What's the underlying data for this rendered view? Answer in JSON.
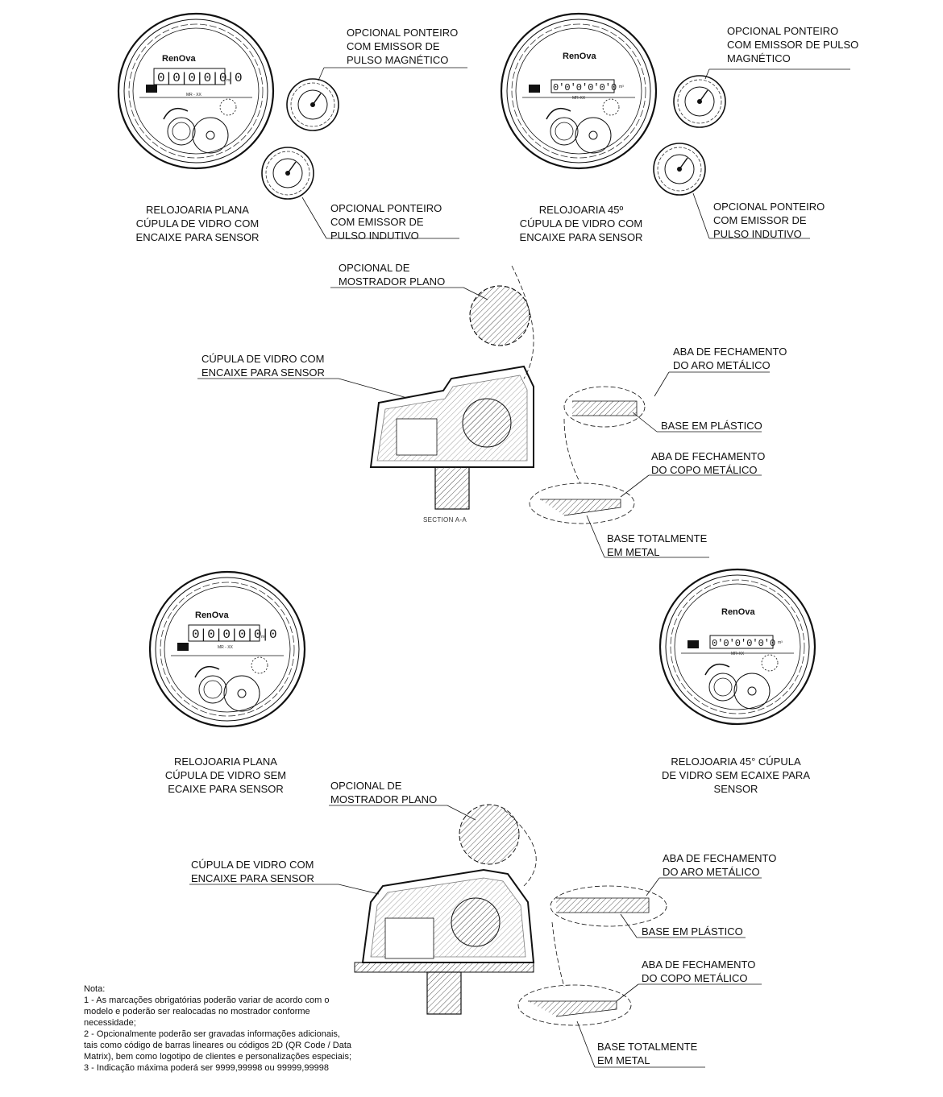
{
  "labels": {
    "a_ptr_mag": "OPCIONAL PONTEIRO\nCOM EMISSOR DE\nPULSO MAGNÉTICO",
    "a_ptr_ind": "OPCIONAL PONTEIRO\nCOM EMISSOR DE\nPULSO INDUTIVO",
    "a_title": "RELOJOARIA  PLANA\nCÚPULA  DE VIDRO COM\nENCAIXE PARA SENSOR",
    "b_ptr_mag": "OPCIONAL PONTEIRO\nCOM EMISSOR DE PULSO\nMAGNÉTICO",
    "b_ptr_ind": "OPCIONAL PONTEIRO\nCOM EMISSOR DE\nPULSO INDUTIVO",
    "b_title": "RELOJOARIA  45º\nCÚPULA  DE VIDRO COM\nENCAIXE PARA SENSOR",
    "s1_mostrador": "OPCIONAL DE\nMOSTRADOR  PLANO",
    "s1_cupula": "CÚPULA DE VIDRO  COM\nENCAIXE PARA SENSOR",
    "s1_aba_aro": "ABA DE FECHAMENTO\nDO ARO METÁLICO",
    "s1_base_plastico": "BASE EM PLÁSTICO",
    "s1_aba_copo": "ABA DE FECHAMENTO\nDO COPO METÁLICO",
    "s1_section": "SECTION A-A",
    "s1_base_metal": "BASE TOTALMENTE\nEM METAL",
    "c_title": "RELOJOARIA  PLANA\nCÚPULA  DE VIDRO SEM\nECAIXE PARA SENSOR",
    "d_title": "RELOJOARIA 45° CÚPULA\nDE VIDRO SEM ECAIXE PARA\nSENSOR",
    "s2_mostrador": "OPCIONAL DE\nMOSTRADOR  PLANO",
    "s2_cupula": "CÚPULA DE VIDRO  COM\nENCAIXE PARA SENSOR",
    "s2_aba_aro": "ABA DE FECHAMENTO\nDO ARO METÁLICO",
    "s2_base_plastico": "BASE EM PLÁSTICO",
    "s2_aba_copo": "ABA DE FECHAMENTO\nDO COPO METÁLICO",
    "s2_base_metal": "BASE TOTALMENTE\nEM METAL"
  },
  "meter": {
    "brand": "RenOva",
    "digits_plain": "0|0|0|0|0|0",
    "digits_45": "0'0'0'0'0'0",
    "unit": "m³",
    "model_plain": "MR - XX",
    "model_45": "MR-XX"
  },
  "note": "Nota:\n1 - As marcações obrigatórias poderão variar de acordo com o\nmodelo e poderão ser realocadas no mostrador conforme\nnecessidade;\n2 - Opcionalmente poderão ser gravadas informações adicionais,\ntais como código de barras lineares ou códigos 2D (QR Code / Data\nMatrix), bem como logotipo de clientes e personalizações especiais;\n3 - Indicação máxima poderá ser 9999,99998 ou 99999,99998"
}
